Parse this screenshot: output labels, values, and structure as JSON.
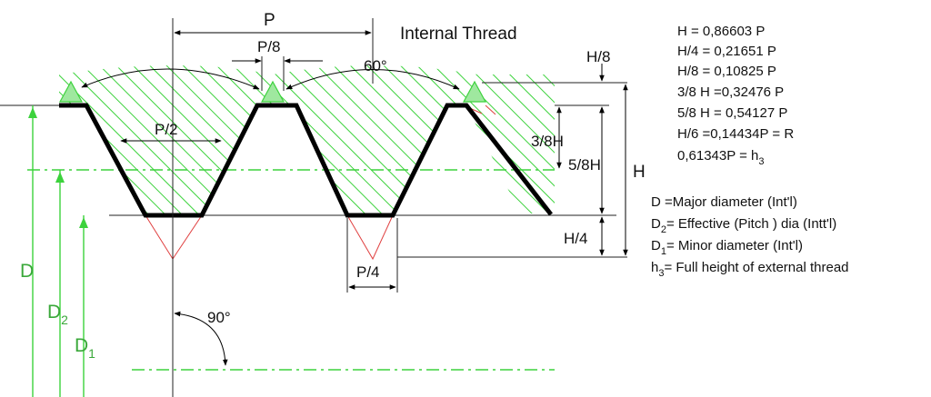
{
  "labels": {
    "title": "Internal Thread",
    "pitch": "P",
    "p8": "P/8",
    "p2": "P/2",
    "p4": "P/4",
    "angle60": "60°",
    "angle90": "90°",
    "h8": "H/8",
    "h38": "3/8H",
    "h58": "5/8H",
    "h": "H",
    "h4": "H/4",
    "D": "D",
    "D2_main": "D",
    "D2_sub": "2",
    "D1_main": "D",
    "D1_sub": "1"
  },
  "formulas": [
    "H = 0,86603 P",
    "H/4 = 0,21651 P",
    "H/8 = 0,10825 P",
    "3/8 H =0,32476 P",
    "5/8 H = 0,54127 P",
    "H/6 =0,14434P = R"
  ],
  "formula_h3": {
    "main": "0,61343P = h",
    "sub": "3"
  },
  "legend": [
    {
      "main": "D",
      "sub": "",
      "text": "  =Major diameter (Int'l)"
    },
    {
      "main": "D",
      "sub": "2",
      "text": "= Effective (Pitch ) dia (Intt'l)"
    },
    {
      "main": "D",
      "sub": "1",
      "text": "= Minor diameter  (Int'l)"
    },
    {
      "main": "h",
      "sub": "3",
      "text": "= Full height of external thread"
    }
  ],
  "colors": {
    "hatch": "#3cd23c",
    "profile": "#000000",
    "fundamental_triangle": "#e04040"
  }
}
